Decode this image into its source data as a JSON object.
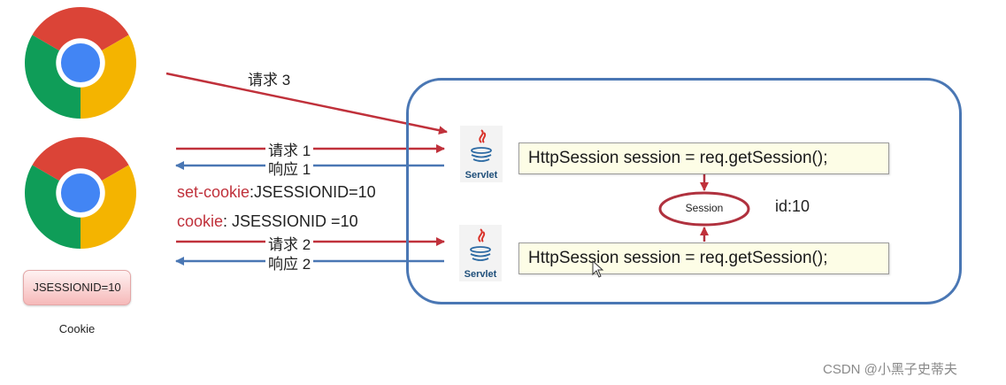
{
  "browsers": [
    {
      "icon": "chrome-icon"
    },
    {
      "icon": "chrome-icon"
    }
  ],
  "requests": {
    "request3": "请求 3",
    "request1": "请求 1",
    "response1": "响应 1",
    "request2": "请求 2",
    "response2": "响应 2"
  },
  "cookies": {
    "set_cookie_key": "set-cookie",
    "set_cookie_value": ":JSESSIONID=10",
    "cookie_key": "cookie",
    "cookie_value": ": JSESSIONID =10"
  },
  "server": {
    "servlet_label": "Servlet",
    "code_line": "HttpSession session = req.getSession();",
    "session_label": "Session",
    "session_id": "id:10"
  },
  "browser_cookie": {
    "badge": "JSESSIONID=10",
    "caption": "Cookie"
  },
  "watermark": "CSDN @小黑子史蒂夫",
  "colors": {
    "request_arrow": "#c0313b",
    "response_arrow": "#4a77b4",
    "server_border": "#4a77b4"
  }
}
